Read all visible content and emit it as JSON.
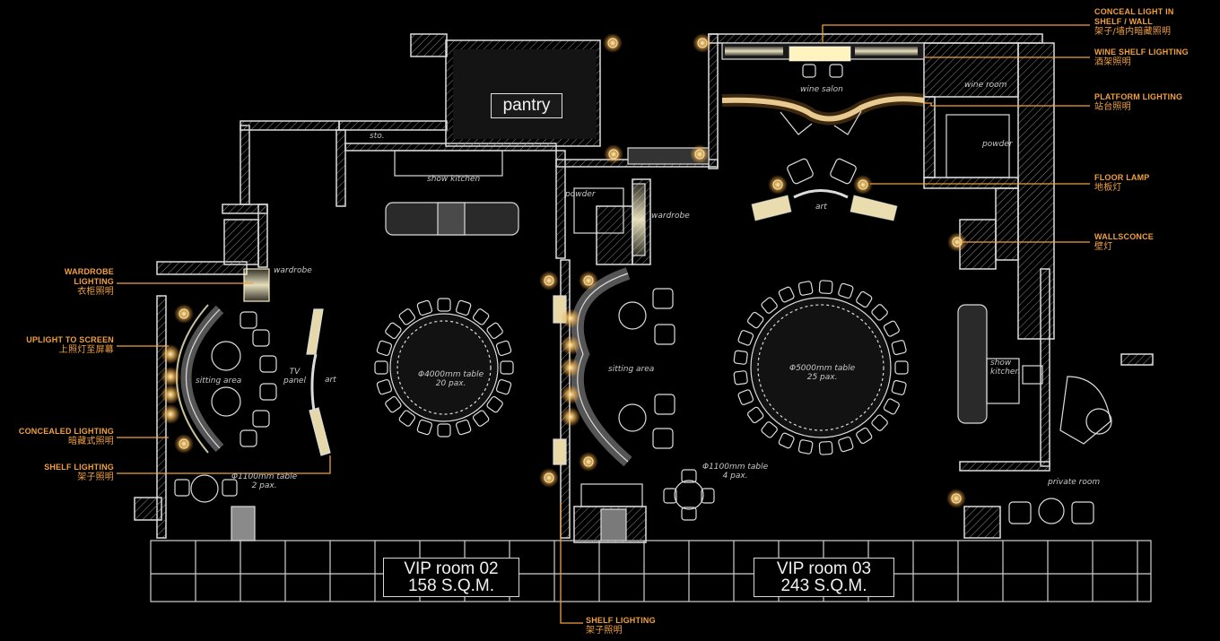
{
  "colors": {
    "accent": "#f0a040",
    "linework": "#d8d8d8",
    "background": "#000000"
  },
  "rooms": {
    "vip02": {
      "name": "VIP room 02",
      "area": "158 S.Q.M."
    },
    "vip03": {
      "name": "VIP room 03",
      "area": "243 S.Q.M."
    },
    "pantry": "pantry",
    "sto": "sto.",
    "show_kitchen_top": "show kitchen",
    "powder_left": "powder",
    "wardrobe_center": "wardrobe",
    "wine_salon": "wine salon",
    "wine_room": "wine room",
    "powder_right": "powder",
    "art_top": "art",
    "wardrobe_left": "wardrobe",
    "tv_panel": "TV\npanel",
    "art_left": "art",
    "sitting_area_left": "sitting area",
    "table20": "Φ4000mm table\n20 pax.",
    "sitting_area_mid": "sitting area",
    "table25": "Φ5000mm table\n25 pax.",
    "show_kitchen_right": "show\nkitchen",
    "table2": "Φ1100mm table\n2 pax.",
    "table4": "Φ1100mm table\n4 pax.",
    "private_room": "private room"
  },
  "callouts": {
    "wardrobe": {
      "en": "WARDROBE\nLIGHTING",
      "zh": "衣柜照明"
    },
    "uplight": {
      "en": "UPLIGHT TO SCREEN",
      "zh": "上照灯至屏幕"
    },
    "concealed": {
      "en": "CONCEALED LIGHTING",
      "zh": "暗藏式照明"
    },
    "shelf_left": {
      "en": "SHELF LIGHTING",
      "zh": "架子照明"
    },
    "shelf_bottom": {
      "en": "SHELF LIGHTING",
      "zh": "架子照明"
    },
    "conceal_shelf_wall": {
      "en": "CONCEAL LIGHT IN\nSHELF / WALL",
      "zh": "架子/墙内暗藏照明"
    },
    "wine_shelf": {
      "en": "WINE SHELF LIGHTING",
      "zh": "酒架照明"
    },
    "platform": {
      "en": "PLATFORM LIGHTING",
      "zh": "站台照明"
    },
    "floor_lamp": {
      "en": "FLOOR LAMP",
      "zh": "地板灯"
    },
    "wallsconce": {
      "en": "WALLSCONCE",
      "zh": "壁灯"
    }
  }
}
